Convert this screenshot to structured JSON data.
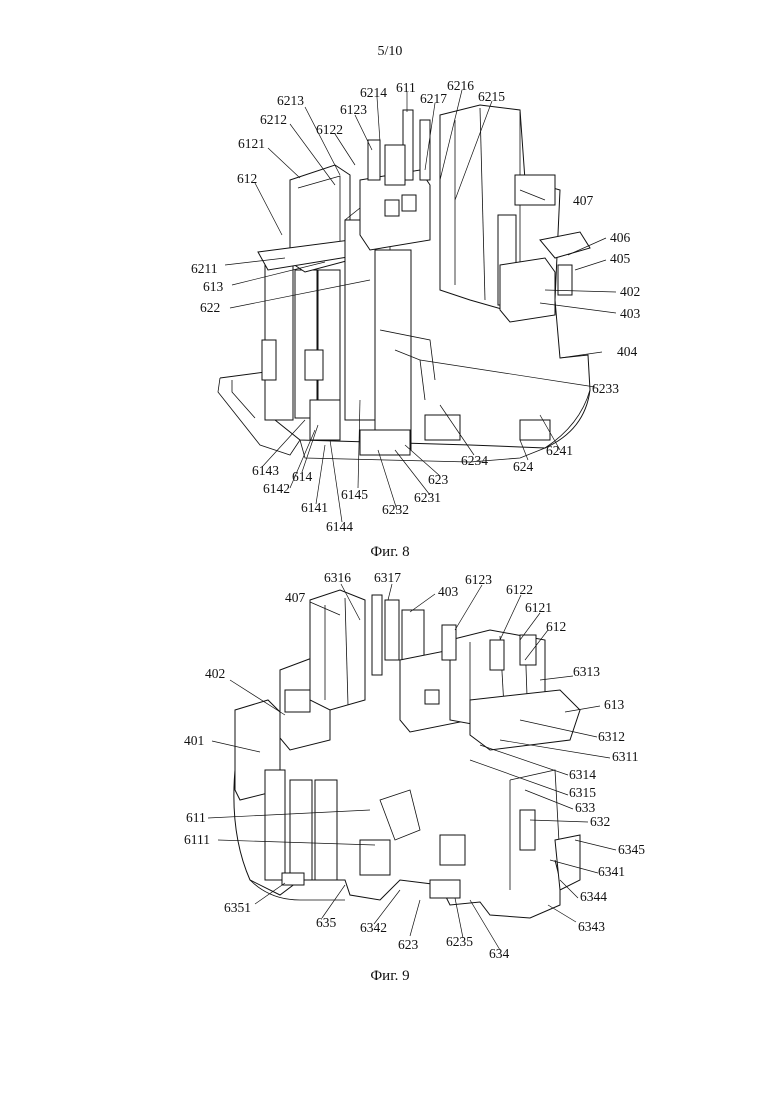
{
  "page_number": "5/10",
  "figures": [
    {
      "caption": "Фиг. 8",
      "labels": [
        "6213",
        "6214",
        "611",
        "6216",
        "6215",
        "6123",
        "6217",
        "6212",
        "6122",
        "6121",
        "612",
        "407",
        "406",
        "405",
        "6211",
        "613",
        "402",
        "622",
        "403",
        "404",
        "6233",
        "6143",
        "614",
        "6142",
        "6234",
        "624",
        "6241",
        "623",
        "6141",
        "6145",
        "6231",
        "6144",
        "6232"
      ]
    },
    {
      "caption": "Фиг. 9",
      "labels": [
        "6316",
        "6317",
        "6123",
        "407",
        "403",
        "6122",
        "6121",
        "612",
        "402",
        "6313",
        "613",
        "6312",
        "401",
        "6311",
        "6314",
        "6315",
        "633",
        "611",
        "632",
        "6111",
        "6345",
        "6341",
        "6344",
        "6351",
        "635",
        "6342",
        "623",
        "6235",
        "634",
        "6343"
      ]
    }
  ]
}
